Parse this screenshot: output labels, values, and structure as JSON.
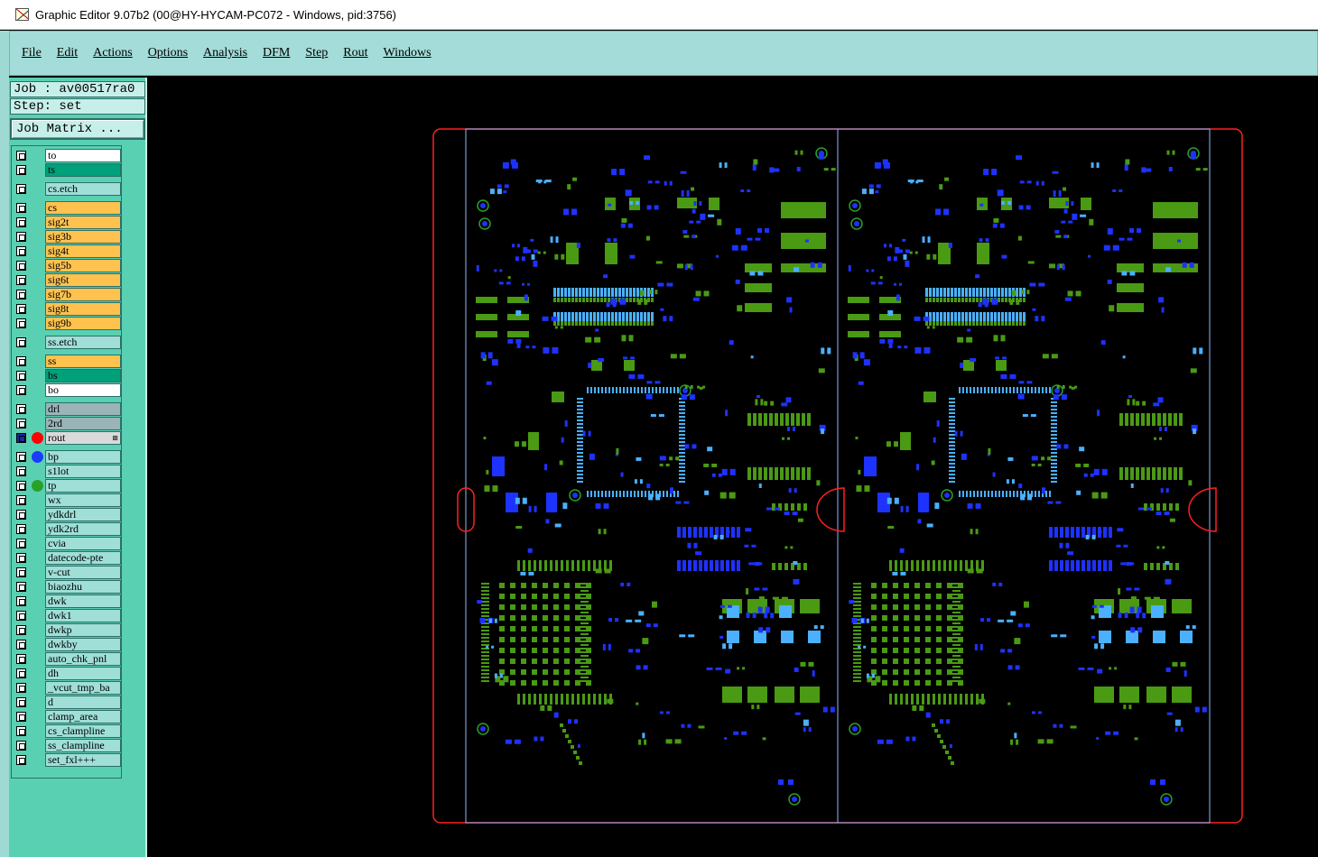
{
  "window": {
    "title": "Graphic Editor 9.07b2 (00@HY-HYCAM-PC072 - Windows, pid:3756)"
  },
  "menu": [
    {
      "label": "File",
      "name": "file"
    },
    {
      "label": "Edit",
      "name": "edit"
    },
    {
      "label": "Actions",
      "name": "actions"
    },
    {
      "label": "Options",
      "name": "options"
    },
    {
      "label": "Analysis",
      "name": "analysis"
    },
    {
      "label": "DFM",
      "name": "dfm"
    },
    {
      "label": "Step",
      "name": "step"
    },
    {
      "label": "Rout",
      "name": "rout"
    },
    {
      "label": "Windows",
      "name": "windows"
    }
  ],
  "job": {
    "job_line": "Job : av00517ra0",
    "step_line": "Step: set",
    "matrix_button": "Job Matrix ..."
  },
  "layers": [
    {
      "name": "to",
      "color": "white"
    },
    {
      "name": "ts",
      "color": "green"
    },
    {
      "name": "cs.etch",
      "color": "teal",
      "gap": 1
    },
    {
      "name": "cs",
      "color": "orange",
      "gap": 1
    },
    {
      "name": "sig2t",
      "color": "orange"
    },
    {
      "name": "sig3b",
      "color": "orange"
    },
    {
      "name": "sig4t",
      "color": "orange"
    },
    {
      "name": "sig5b",
      "color": "orange"
    },
    {
      "name": "sig6t",
      "color": "orange"
    },
    {
      "name": "sig7b",
      "color": "orange"
    },
    {
      "name": "sig8t",
      "color": "orange"
    },
    {
      "name": "sig9b",
      "color": "orange"
    },
    {
      "name": "ss.etch",
      "color": "teal",
      "gap": 1
    },
    {
      "name": "ss",
      "color": "orange",
      "gap": 1
    },
    {
      "name": "bs",
      "color": "green"
    },
    {
      "name": "bo",
      "color": "white"
    },
    {
      "name": "drl",
      "color": "gray",
      "gap": 1
    },
    {
      "name": "2rd",
      "color": "gray"
    },
    {
      "name": "rout",
      "color": "lightgray",
      "dot": "#ff0000",
      "affected": true,
      "expander": "⊞"
    },
    {
      "name": "bp",
      "color": "teal",
      "dot": "#1a3cff",
      "gap": 1
    },
    {
      "name": "s1lot",
      "color": "teal"
    },
    {
      "name": "tp",
      "color": "teal",
      "dot": "#2aa02a"
    },
    {
      "name": "wx",
      "color": "teal"
    },
    {
      "name": "ydkdrl",
      "color": "teal"
    },
    {
      "name": "ydk2rd",
      "color": "teal"
    },
    {
      "name": "cvia",
      "color": "teal"
    },
    {
      "name": "datecode-pte",
      "color": "teal"
    },
    {
      "name": "v-cut",
      "color": "teal"
    },
    {
      "name": "biaozhu",
      "color": "teal"
    },
    {
      "name": "dwk",
      "color": "teal"
    },
    {
      "name": "dwk1",
      "color": "teal"
    },
    {
      "name": "dwkp",
      "color": "teal"
    },
    {
      "name": "dwkby",
      "color": "teal"
    },
    {
      "name": "auto_chk_pnl",
      "color": "teal"
    },
    {
      "name": "dh",
      "color": "teal"
    },
    {
      "name": "_vcut_tmp_ba",
      "color": "teal"
    },
    {
      "name": "d",
      "color": "teal"
    },
    {
      "name": "clamp_area",
      "color": "teal"
    },
    {
      "name": "cs_clampline",
      "color": "teal"
    },
    {
      "name": "ss_clampline",
      "color": "teal"
    },
    {
      "name": "set_fxl+++",
      "color": "teal"
    }
  ],
  "colors": {
    "panel_bg": "#5ad0b2",
    "menu_bg": "#a3dcd8",
    "board_outline": "#ff2020",
    "step_outline": "#8fb8ff",
    "pad_green": "#4a9a14",
    "pad_blue": "#1e32ff",
    "pad_cyan": "#4ab0ff"
  }
}
